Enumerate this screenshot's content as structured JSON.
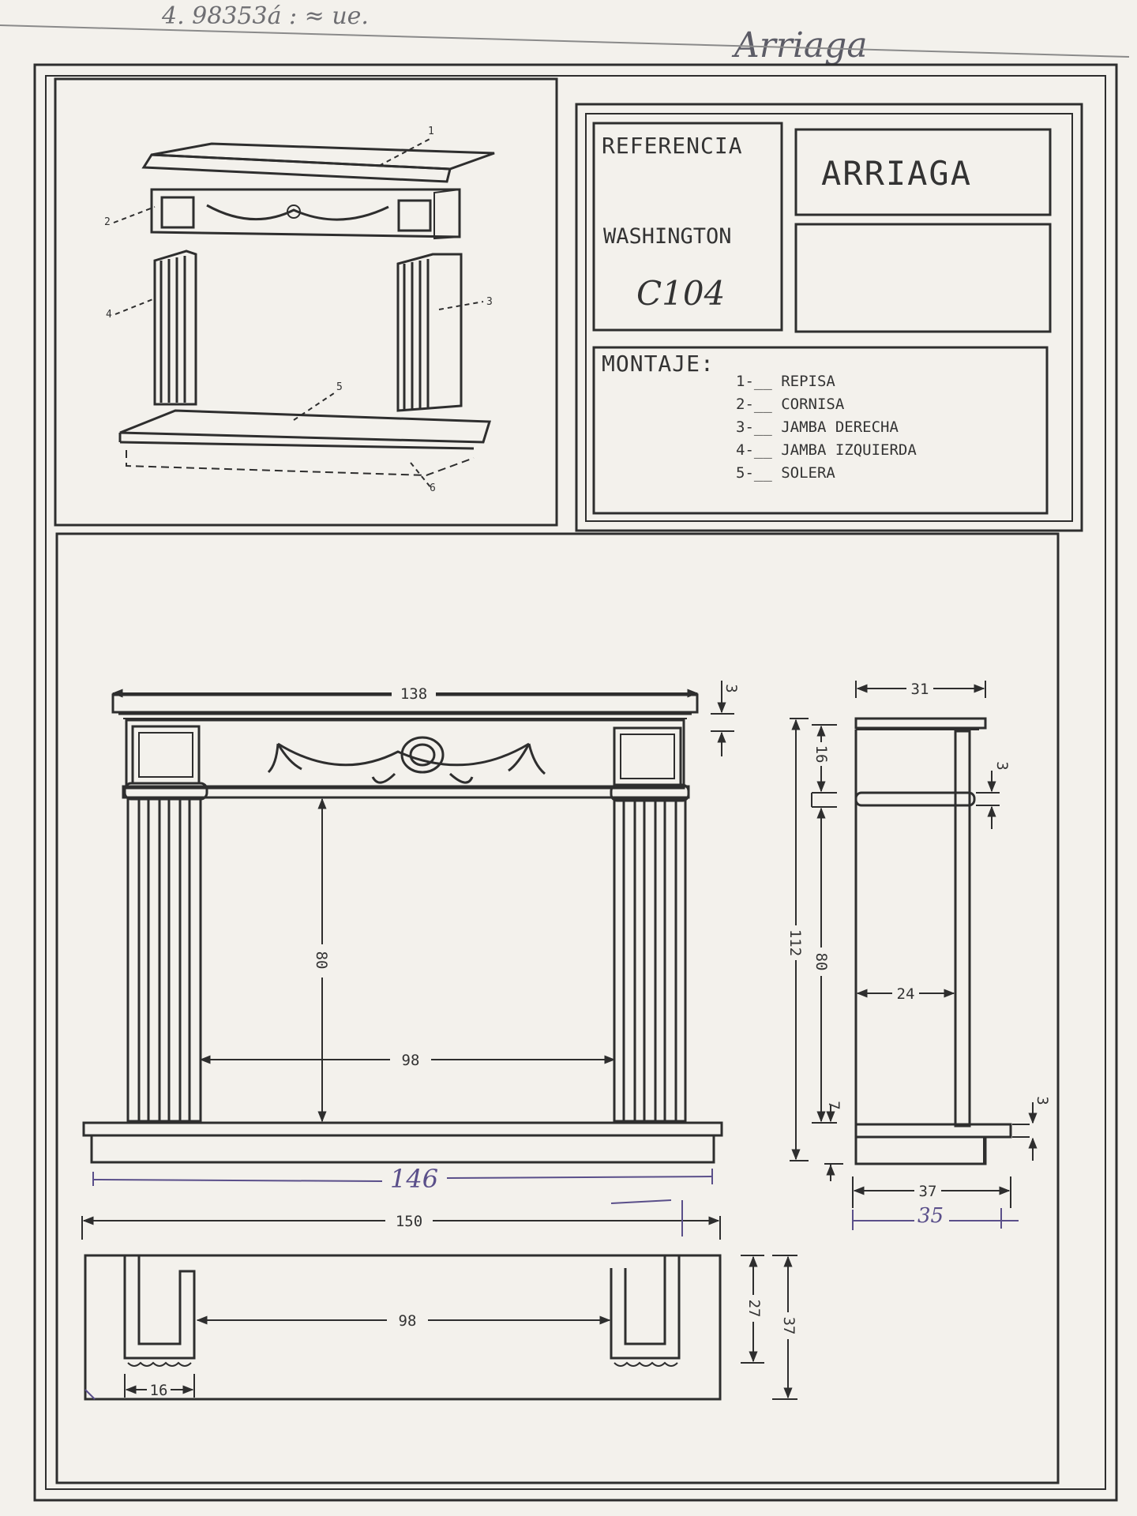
{
  "header": {
    "handwritten": "Arriaga"
  },
  "title_block": {
    "reference_label": "REFERENCIA",
    "model": "WASHINGTON",
    "code": "C104",
    "brand": "ARRIAGA"
  },
  "assembly": {
    "label": "MONTAJE:",
    "parts": [
      "1-__ REPISA",
      "2-__ CORNISA",
      "3-__ JAMBA DERECHA",
      "4-__ JAMBA IZQUIERDA",
      "5-__ SOLERA"
    ],
    "callouts": [
      "1",
      "2",
      "3",
      "4",
      "5",
      "6"
    ]
  },
  "dimensions": {
    "front": {
      "mantel_width": "138",
      "mantel_thickness": "3",
      "opening_height": "80",
      "opening_width": "98",
      "hearth_width_handwritten": "146",
      "hearth_width": "150"
    },
    "side": {
      "depth_top": "31",
      "frieze_height": "16",
      "frieze_band": "3",
      "total_height": "112",
      "inner_height": "80",
      "jamb_depth": "24",
      "plinth_height": "7",
      "hearth_thickness": "3",
      "hearth_depth": "37",
      "hearth_depth_handwritten": "35"
    },
    "plan": {
      "opening_width": "98",
      "jamb_width": "16",
      "inner_depth": "27",
      "total_depth": "37"
    }
  },
  "colors": {
    "paper": "#f3f1ec",
    "ink": "#2e2e2e",
    "pen": "#5a4f8a"
  }
}
